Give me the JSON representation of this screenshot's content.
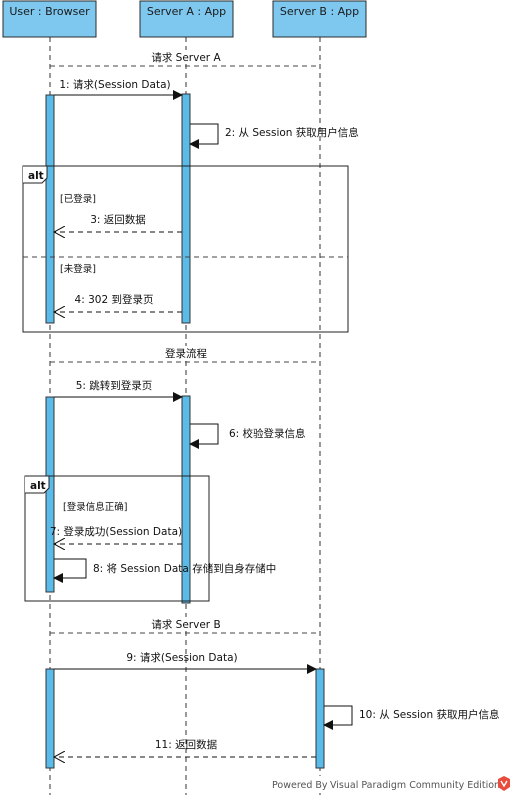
{
  "colors": {
    "lifeline_head_fill": "#7ec8f0",
    "lifeline_head_stroke": "#2b2b2b",
    "activation_fill": "#5bbbe8",
    "line": "#333333",
    "divider_dash": "#444444",
    "logo_accent": "#e84c3d"
  },
  "lifelines": [
    {
      "name": "User : Browser"
    },
    {
      "name": "Server A : App"
    },
    {
      "name": "Server B : App"
    }
  ],
  "section_labels": {
    "server_a_request": "请求 Server A",
    "login_flow": "登录流程",
    "server_b_request": "请求 Server B"
  },
  "messages": {
    "m1": "1: 请求(Session Data)",
    "m2": "2: 从 Session 获取用户信息",
    "m3": "3: 返回数据",
    "m4": "4: 302 到登录页",
    "m5": "5: 跳转到登录页",
    "m6": "6: 校验登录信息",
    "m7": "7: 登录成功(Session Data)",
    "m8": "8: 将 Session Data 存储到自身存储中",
    "m9": "9: 请求(Session Data)",
    "m10": "10: 从 Session 获取用户信息",
    "m11": "11: 返回数据"
  },
  "fragments": {
    "alt1": {
      "tag": "alt",
      "guard_logged_in": "[已登录]",
      "guard_not_logged_in": "[未登录]"
    },
    "alt2": {
      "tag": "alt",
      "guard_credentials_ok": "[登录信息正确]"
    }
  },
  "footer": {
    "text_powered_by": "Powered By",
    "text_product": "Visual Paradigm Community Edition",
    "logo_icon": "visual-paradigm-logo-icon"
  }
}
